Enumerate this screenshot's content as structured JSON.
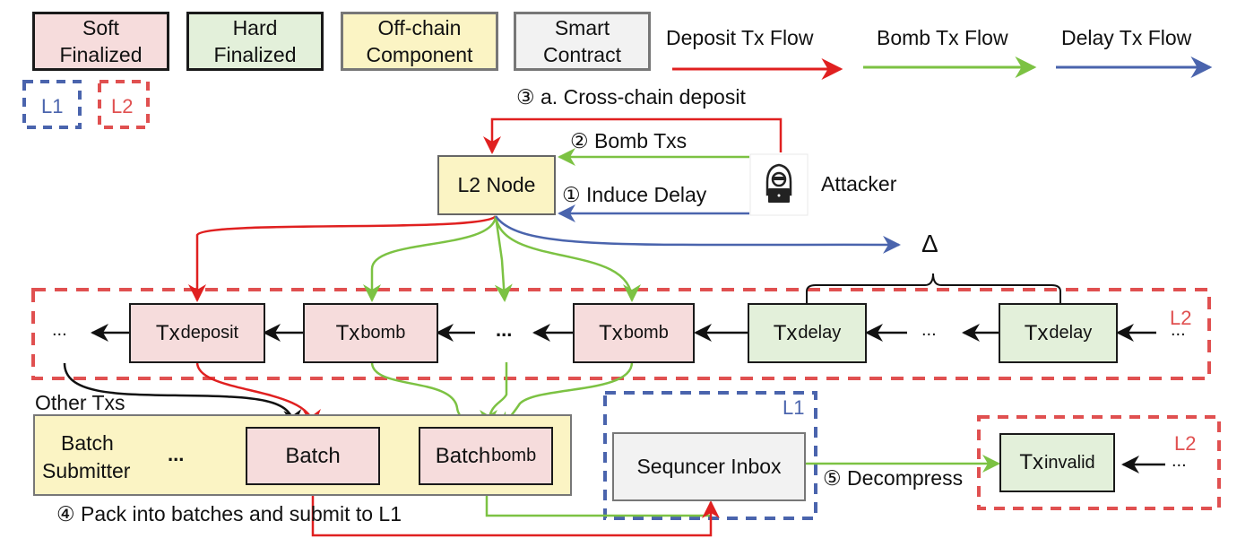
{
  "legend": {
    "boxes": [
      {
        "id": "soft",
        "line1": "Soft",
        "line2": "Finalized",
        "color": "#f6dcdc"
      },
      {
        "id": "hard",
        "line1": "Hard",
        "line2": "Finalized",
        "color": "#e3f0da"
      },
      {
        "id": "offchain",
        "line1": "Off-chain",
        "line2": "Component",
        "color": "#fbf4c4"
      },
      {
        "id": "contract",
        "line1": "Smart",
        "line2": "Contract",
        "color": "#f2f2f2"
      }
    ],
    "flows": [
      {
        "label": "Deposit Tx Flow",
        "color": "#e02020"
      },
      {
        "label": "Bomb Tx Flow",
        "color": "#7cc243"
      },
      {
        "label": "Delay Tx Flow",
        "color": "#4a64ad"
      }
    ],
    "layers": [
      {
        "label": "L1",
        "color": "#4a64ad"
      },
      {
        "label": "L2",
        "color": "#e05050"
      }
    ]
  },
  "steps": {
    "step3": "③ a. Cross-chain deposit",
    "step2": "② Bomb Txs",
    "step1": "① Induce Delay",
    "step4": "④ Pack into batches and submit to L1",
    "step5": "⑤ Decompress"
  },
  "nodes": {
    "l2_node": "L2 Node",
    "attacker": "Attacker",
    "delta": "Δ",
    "other_txs": "Other Txs",
    "batch_submitter_line1": "Batch",
    "batch_submitter_line2": "Submitter",
    "batch": "Batch",
    "batch_bomb_main": "Batch",
    "batch_bomb_sub": "bomb",
    "sequencer_inbox": "Sequncer Inbox",
    "ellipsis": "...",
    "l2_region_label": "L2",
    "l1_region_label": "L1",
    "l2_small_region_label": "L2"
  },
  "tx_chain": [
    {
      "main": "Tx",
      "sub": "deposit",
      "kind": "soft"
    },
    {
      "main": "Tx",
      "sub": "bomb",
      "kind": "soft"
    },
    {
      "main": "Tx",
      "sub": "bomb",
      "kind": "soft"
    },
    {
      "main": "Tx",
      "sub": "delay",
      "kind": "hard"
    },
    {
      "main": "Tx",
      "sub": "delay",
      "kind": "hard"
    }
  ],
  "tx_invalid": {
    "main": "Tx",
    "sub": "invalid"
  }
}
